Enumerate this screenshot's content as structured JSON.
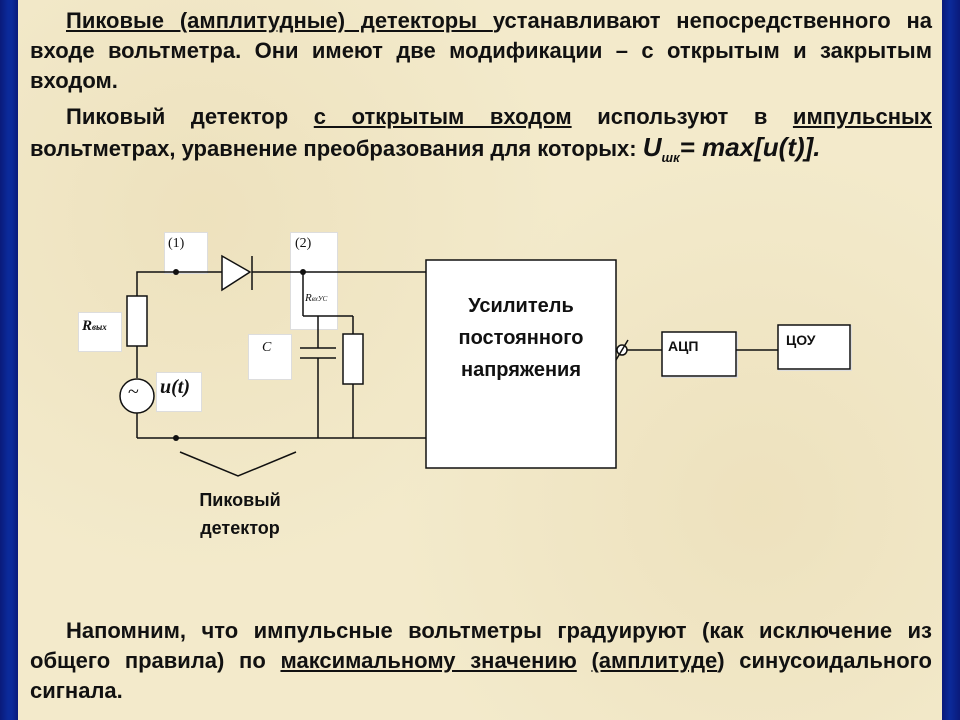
{
  "paragraph1": {
    "part1": "Пиковые (амплитудные) детекторы ",
    "part2": "устанавливают непосредственного на входе вольтметра. Они имеют две модификации – с открытым и закрытым входом."
  },
  "paragraph2": {
    "part1": "Пиковый детектор ",
    "part2": "с открытым входом",
    "part3": " используют в ",
    "part4": "импульсных",
    "part5": " вольтметрах, уравнение преобразования для которых: ",
    "formula_U": "U",
    "formula_sub": "шк",
    "formula_rest": "= max[u(t)]."
  },
  "paragraph3": {
    "part1": "Напомним, что импульсные вольтметры градуируют (как исключение из общего правила) по ",
    "part2": "максимальному значению",
    "part3": " ",
    "part4": "(амплитуде",
    "part5": ") синусоидального сигнала."
  },
  "diagram": {
    "node1": "(1)",
    "node2": "(2)",
    "r_out": "R",
    "r_out_sub": "вых",
    "r_in": "R",
    "r_in_sub": "вхУС",
    "cap": "C",
    "source": "u(t)",
    "source_symbol": "~",
    "amp_line1": "Усилитель",
    "amp_line2": "постоянного",
    "amp_line3": "напряжения",
    "adc": "АЦП",
    "display": "ЦОУ",
    "detector_line1": "Пиковый",
    "detector_line2": "детектор"
  }
}
